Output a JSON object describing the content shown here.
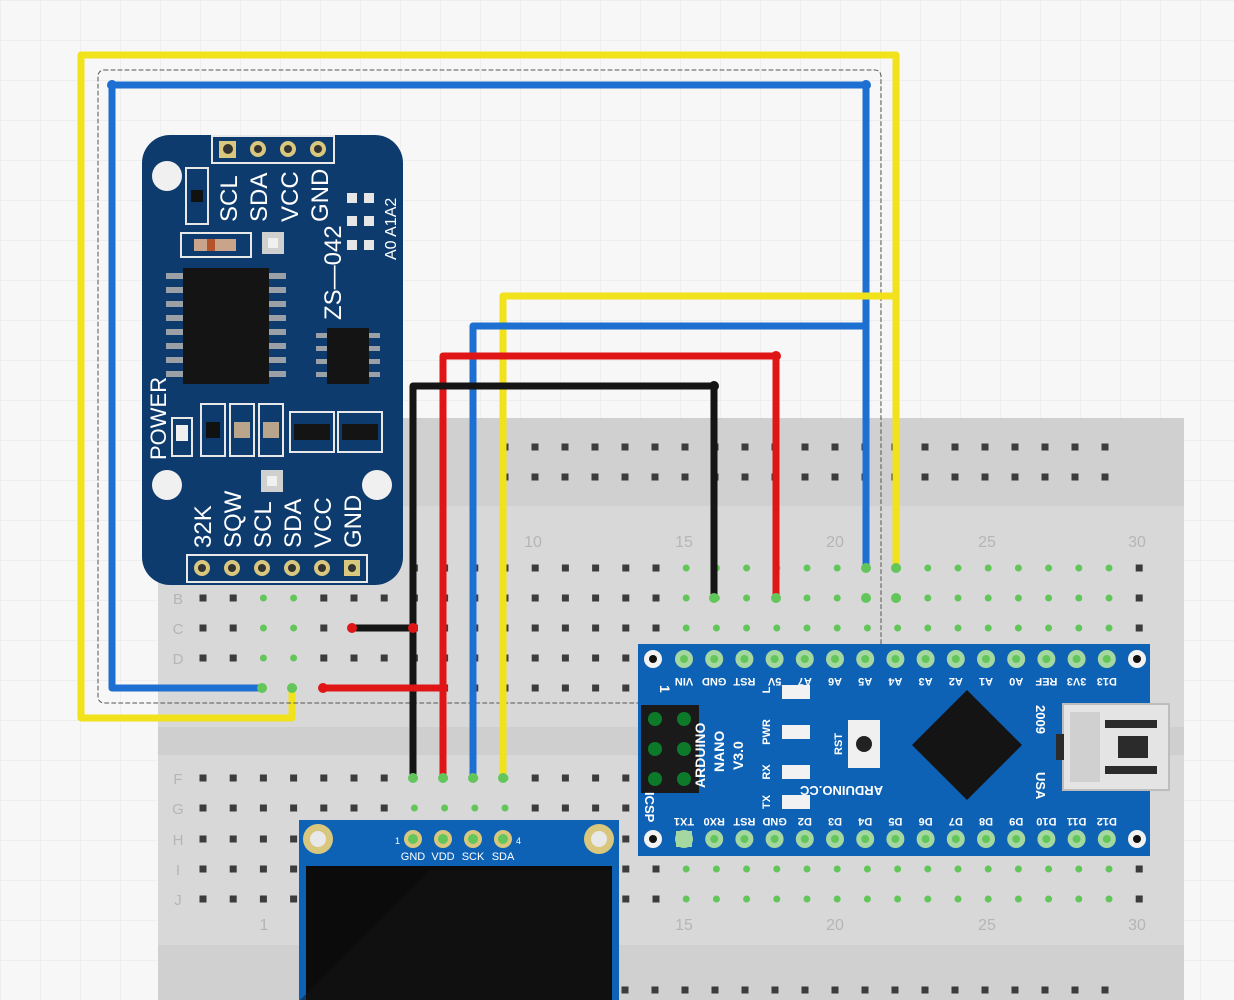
{
  "colors": {
    "background": "#f7f7f7",
    "grid": "#e9e9e9",
    "breadboard": "#dcdcdc",
    "breadboard_rail": "#d2d2d2",
    "hole": "#3c3c3c",
    "hole_active": "#63c65a",
    "module_blue": "#0e3b6e",
    "nano_blue": "#0d62b5",
    "wire_yellow": "#f2e21b",
    "wire_blue": "#1d6fd2",
    "wire_red": "#e01616",
    "wire_black": "#151515"
  },
  "breadboard": {
    "row_labels": [
      "B",
      "C",
      "D",
      "F",
      "G",
      "H",
      "I",
      "J"
    ],
    "column_numbers_top": [
      "10",
      "15",
      "20",
      "25",
      "30"
    ],
    "column_numbers_bottom": [
      "1",
      "15",
      "20",
      "25",
      "30"
    ]
  },
  "rtc_module": {
    "top_pins": [
      "SCL",
      "SDA",
      "VCC",
      "GND"
    ],
    "model": "ZS—042",
    "address_pads": "A0 A1A2",
    "power_label": "POWER",
    "bottom_pins": [
      "32K",
      "SQW",
      "SCL",
      "SDA",
      "VCC",
      "GND"
    ]
  },
  "arduino_nano": {
    "top_pins": [
      "D12",
      "D11",
      "D10",
      "D9",
      "D8",
      "D7",
      "D6",
      "D5",
      "D4",
      "D3",
      "D2",
      "GND",
      "RST",
      "RX0",
      "TX1"
    ],
    "bottom_pins": [
      "VIN",
      "GND",
      "RST",
      "5V",
      "A7",
      "A6",
      "A5",
      "A4",
      "A3",
      "A2",
      "A1",
      "A0",
      "REF",
      "3V3",
      "D13"
    ],
    "board_name": "ARDUINO",
    "board_name2": "NANO",
    "version": "V3.0",
    "site": "ARDUINO.CC",
    "country": "USA",
    "year": "2009",
    "icsp": "ICSP",
    "pin1": "1",
    "led_labels": [
      "L",
      "PWR",
      "RX",
      "TX"
    ],
    "rst_label": "RST"
  },
  "oled": {
    "pins": [
      "GND",
      "VDD",
      "SCK",
      "SDA"
    ],
    "pin_first": "1",
    "pin_last": "4"
  }
}
